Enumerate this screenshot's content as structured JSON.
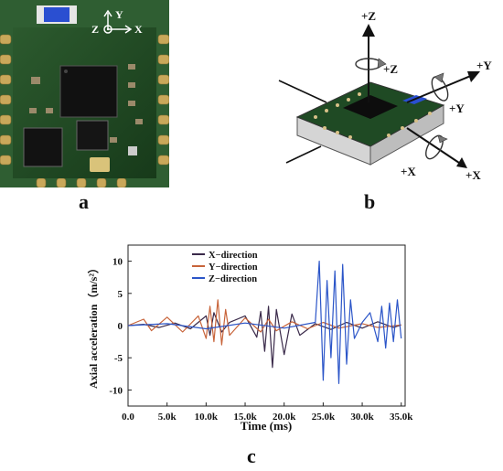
{
  "panels": {
    "a": {
      "label": "a",
      "axes": {
        "y": "Y",
        "z": "Z",
        "x": "X"
      }
    },
    "b": {
      "label": "b",
      "axes": {
        "pz": "+Z",
        "rz": "+Z",
        "py": "+Y",
        "ry": "+Y",
        "px": "+X",
        "rx": "+X"
      }
    },
    "c": {
      "label": "c"
    }
  },
  "colors": {
    "board_green": "#1f4a22",
    "x_series": "#3a2a4a",
    "y_series": "#c8643a",
    "z_series": "#2b55c8"
  },
  "chart_data": {
    "type": "line",
    "xlabel": "Time (ms)",
    "ylabel": "Axial acceleration（m/s²）",
    "xlim": [
      0,
      35500
    ],
    "ylim": [
      -12.5,
      12.5
    ],
    "xticks": [
      "0.0",
      "5.0k",
      "10.0k",
      "15.0k",
      "20.0k",
      "25.0k",
      "30.0k",
      "35.0k"
    ],
    "xtick_values": [
      0,
      5000,
      10000,
      15000,
      20000,
      25000,
      30000,
      35000
    ],
    "yticks": [
      "10",
      "5",
      "0",
      "-5",
      "-10"
    ],
    "ytick_values": [
      10,
      5,
      0,
      -5,
      -10
    ],
    "legend_position": "top-left",
    "series": [
      {
        "name": "X−direction",
        "color": "#3a2a4a",
        "x": [
          0,
          2000,
          4000,
          6000,
          8000,
          10000,
          10500,
          11000,
          12000,
          13000,
          15000,
          16500,
          17000,
          17500,
          18000,
          18500,
          19000,
          20000,
          21000,
          22000,
          24000,
          26000,
          28000,
          30000,
          32000,
          34000,
          35000
        ],
        "y": [
          0,
          0.2,
          -0.3,
          0.4,
          -0.5,
          1.5,
          -1.5,
          2,
          -1,
          0.5,
          1.5,
          -1.8,
          2.2,
          -4,
          3,
          -6.5,
          2.5,
          -4.5,
          1.8,
          -1.5,
          0.3,
          -0.6,
          0.5,
          -0.4,
          0.6,
          -0.3,
          0.1
        ]
      },
      {
        "name": "Y−direction",
        "color": "#c8643a",
        "x": [
          0,
          2000,
          3000,
          5000,
          7000,
          9000,
          10000,
          10500,
          11000,
          11500,
          12000,
          12500,
          13000,
          15000,
          17000,
          18000,
          19000,
          21000,
          23000,
          25000,
          27000,
          30000,
          32000,
          35000
        ],
        "y": [
          0,
          1,
          -0.8,
          1.3,
          -1,
          1.5,
          -2,
          3,
          -2.5,
          4,
          -3,
          2.5,
          -1.5,
          1.2,
          -1,
          1,
          -0.8,
          0.6,
          -0.5,
          0.5,
          -0.4,
          0.3,
          -0.3,
          0.1
        ]
      },
      {
        "name": "Z−direction",
        "color": "#2b55c8",
        "x": [
          0,
          5000,
          10000,
          15000,
          20000,
          24000,
          24500,
          25000,
          25500,
          26000,
          26500,
          27000,
          27500,
          28000,
          28500,
          29000,
          30000,
          31000,
          32000,
          32500,
          33000,
          33500,
          34000,
          34500,
          35000
        ],
        "y": [
          0,
          0.3,
          -0.5,
          0.4,
          -0.4,
          0.5,
          10,
          -8.5,
          7,
          -5,
          8.5,
          -9,
          9.5,
          -6,
          4,
          -2,
          0.5,
          2,
          -2.5,
          3,
          -3.5,
          3.5,
          -2.5,
          4,
          -2
        ]
      }
    ]
  }
}
